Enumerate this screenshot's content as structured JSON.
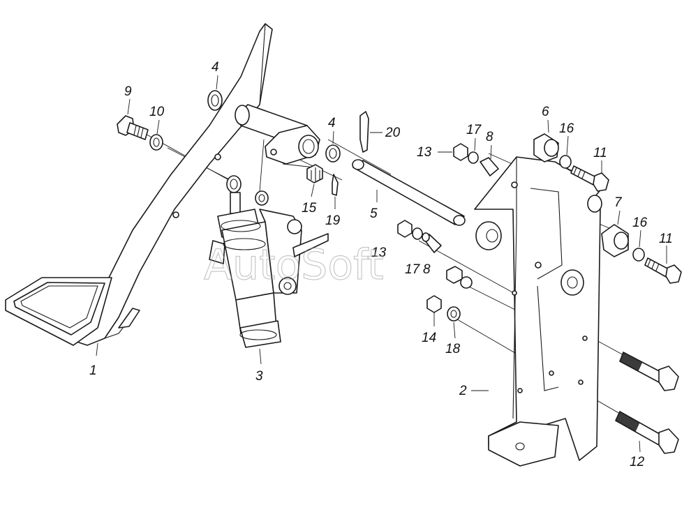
{
  "watermark": "AutoSoft",
  "callouts": [
    {
      "id": "c1",
      "text": "1"
    },
    {
      "id": "c2",
      "text": "2"
    },
    {
      "id": "c3",
      "text": "3"
    },
    {
      "id": "c4a",
      "text": "4"
    },
    {
      "id": "c4b",
      "text": "4"
    },
    {
      "id": "c5",
      "text": "5"
    },
    {
      "id": "c6",
      "text": "6"
    },
    {
      "id": "c7",
      "text": "7"
    },
    {
      "id": "c8a",
      "text": "8"
    },
    {
      "id": "c8b",
      "text": "8"
    },
    {
      "id": "c9",
      "text": "9"
    },
    {
      "id": "c10",
      "text": "10"
    },
    {
      "id": "c11a",
      "text": "11"
    },
    {
      "id": "c11b",
      "text": "11"
    },
    {
      "id": "c12",
      "text": "12"
    },
    {
      "id": "c13a",
      "text": "13"
    },
    {
      "id": "c13b",
      "text": "13"
    },
    {
      "id": "c14",
      "text": "14"
    },
    {
      "id": "c15",
      "text": "15"
    },
    {
      "id": "c16a",
      "text": "16"
    },
    {
      "id": "c16b",
      "text": "16"
    },
    {
      "id": "c17a",
      "text": "17"
    },
    {
      "id": "c17b",
      "text": "17"
    },
    {
      "id": "c18",
      "text": "18"
    },
    {
      "id": "c19",
      "text": "19"
    },
    {
      "id": "c20",
      "text": "20"
    }
  ]
}
